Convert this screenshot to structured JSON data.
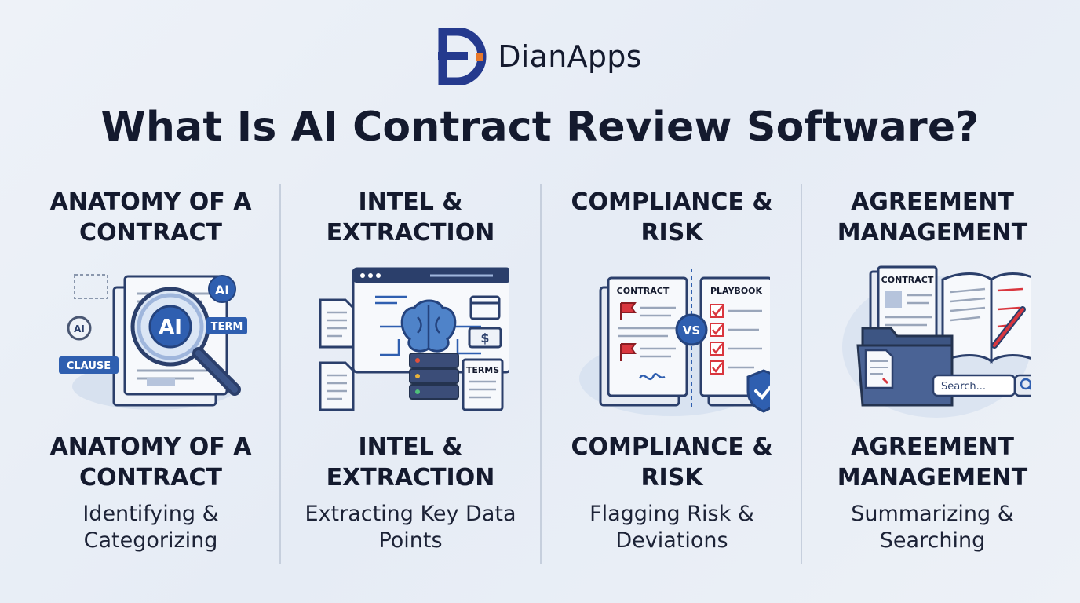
{
  "brand": {
    "name": "DianApps",
    "accent": "#e8782b",
    "primary": "#253a8e"
  },
  "title": "What Is AI Contract Review Software?",
  "columns": [
    {
      "heading_top": "ANATOMY OF A CONTRACT",
      "heading_bottom": "ANATOMY OF A CONTRACT",
      "description": "Identifying & Categorizing",
      "icon": "magnifier-contract-icon",
      "labels": {
        "ai_main": "AI",
        "ai_small": "AI",
        "ai_gear": "AI",
        "term": "TERM",
        "clause": "CLAUSE"
      }
    },
    {
      "heading_top": "INTEL & EXTRACTION",
      "heading_bottom": "INTEL & EXTRACTION",
      "description": "Extracting Key Data Points",
      "icon": "brain-server-icon",
      "labels": {
        "terms": "TERMS",
        "dollar": "$"
      }
    },
    {
      "heading_top": "COMPLIANCE & RISK",
      "heading_bottom": "COMPLIANCE & RISK",
      "description": "Flagging Risk & Deviations",
      "icon": "contract-vs-playbook-icon",
      "labels": {
        "contract": "CONTRACT",
        "playbook": "PLAYBOOK",
        "vs": "VS"
      }
    },
    {
      "heading_top": "AGREEMENT MANAGEMENT",
      "heading_bottom": "AGREEMENT MANAGEMENT",
      "description": "Summarizing & Searching",
      "icon": "folder-search-icon",
      "labels": {
        "contract": "CONTRACT",
        "search_placeholder": "Search..."
      }
    }
  ],
  "colors": {
    "navy": "#2b3f6b",
    "blue": "#2f5fb0",
    "light_blue": "#dbe6f5",
    "red": "#d9363e",
    "paper": "#f7f9fc"
  }
}
